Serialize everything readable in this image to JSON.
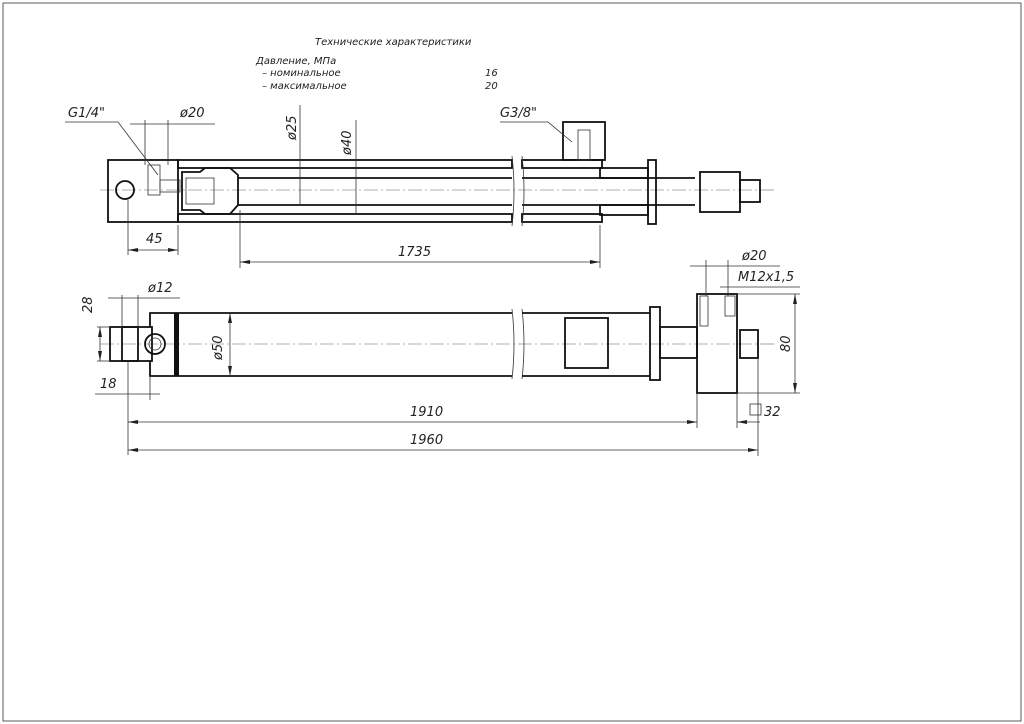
{
  "specs": {
    "title": "Технические характеристики",
    "pressure_label": "Давление, МПа",
    "rows": [
      {
        "label": "– номинальное",
        "value": "16"
      },
      {
        "label": "– максимальное",
        "value": "20"
      }
    ]
  },
  "section_view": {
    "port_left": "G1/4\"",
    "bore_port": "ø20",
    "rod_dia": "ø25",
    "bore_dia": "ø40",
    "port_right": "G3/8\"",
    "dim_45": "45",
    "dim_stroke": "1735"
  },
  "outer_view": {
    "eye_dia": "ø12",
    "eye_width": "28",
    "eye_offset": "18",
    "tube_dia": "ø50",
    "rod_end_dia": "ø20",
    "thread": "M12x1,5",
    "block_height": "80",
    "block_square": "32",
    "len_closed": "1910",
    "len_total": "1960"
  }
}
